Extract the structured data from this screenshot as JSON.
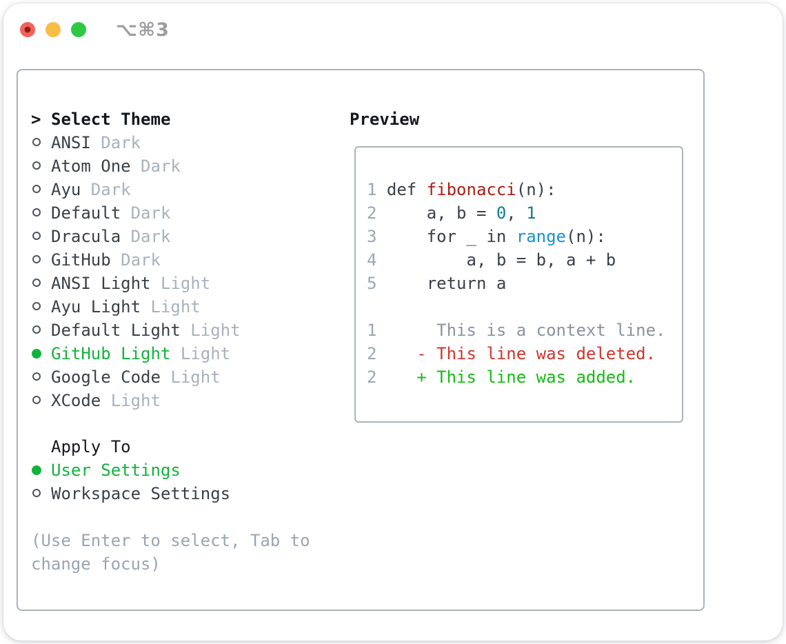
{
  "window": {
    "title": "⌥⌘3",
    "traffic_lights": [
      {
        "name": "close",
        "color": "#f2615b",
        "inner_dot": "#8e1f17"
      },
      {
        "name": "minimize",
        "color": "#f8bd45",
        "inner_dot": null
      },
      {
        "name": "zoom",
        "color": "#30c843",
        "inner_dot": null
      }
    ]
  },
  "theme_picker": {
    "header": {
      "marker": ">",
      "label": "Select Theme"
    },
    "themes": [
      {
        "name": "ANSI",
        "variant": "Dark",
        "selected": false
      },
      {
        "name": "Atom One",
        "variant": "Dark",
        "selected": false
      },
      {
        "name": "Ayu",
        "variant": "Dark",
        "selected": false
      },
      {
        "name": "Default",
        "variant": "Dark",
        "selected": false
      },
      {
        "name": "Dracula",
        "variant": "Dark",
        "selected": false
      },
      {
        "name": "GitHub",
        "variant": "Dark",
        "selected": false
      },
      {
        "name": "ANSI Light",
        "variant": "Light",
        "selected": false
      },
      {
        "name": "Ayu Light",
        "variant": "Light",
        "selected": false
      },
      {
        "name": "Default Light",
        "variant": "Light",
        "selected": false
      },
      {
        "name": "GitHub Light",
        "variant": "Light",
        "selected": true
      },
      {
        "name": "Google Code",
        "variant": "Light",
        "selected": false
      },
      {
        "name": "XCode",
        "variant": "Light",
        "selected": false
      }
    ],
    "apply_to": {
      "label": "Apply To",
      "options": [
        {
          "name": "User Settings",
          "selected": true
        },
        {
          "name": "Workspace Settings",
          "selected": false
        }
      ]
    },
    "help_text": "(Use Enter to select, Tab to change focus)"
  },
  "preview": {
    "label": "Preview",
    "lines": [
      {
        "num": "1",
        "tokens": [
          {
            "text": " def ",
            "style": "code"
          },
          {
            "text": "fibonacci",
            "style": "func"
          },
          {
            "text": "(n):",
            "style": "code"
          }
        ]
      },
      {
        "num": "2",
        "tokens": [
          {
            "text": "     a, b = ",
            "style": "code"
          },
          {
            "text": "0",
            "style": "num"
          },
          {
            "text": ", ",
            "style": "code"
          },
          {
            "text": "1",
            "style": "num"
          }
        ]
      },
      {
        "num": "3",
        "tokens": [
          {
            "text": "     for _ in ",
            "style": "code"
          },
          {
            "text": "range",
            "style": "builtin"
          },
          {
            "text": "(n):",
            "style": "code"
          }
        ]
      },
      {
        "num": "4",
        "tokens": [
          {
            "text": "         a, b = b, a + b",
            "style": "code"
          }
        ]
      },
      {
        "num": "5",
        "tokens": [
          {
            "text": "     return a",
            "style": "code"
          }
        ]
      },
      {
        "num": "",
        "tokens": []
      },
      {
        "num": "1",
        "tokens": [
          {
            "text": "      This is a context line.",
            "style": "context"
          }
        ]
      },
      {
        "num": "2",
        "tokens": [
          {
            "text": "    - This line was deleted.",
            "style": "del"
          }
        ]
      },
      {
        "num": "2",
        "tokens": [
          {
            "text": "    + This line was added.",
            "style": "add"
          }
        ]
      }
    ]
  },
  "colors": {
    "selected_green": "#12b33c",
    "item_text": "#3a4047",
    "variant_text": "#a8b1bd",
    "header_text": "#15191e",
    "panel_border": "#a9b2bd",
    "help_text": "#9aa4b2",
    "line_number": "#9ba6b2",
    "func_red": "#ac1c16",
    "number_teal": "#0e7e86",
    "builtin_blue": "#1691d3",
    "context_gray": "#8b939e",
    "deleted_red": "#ce362c",
    "added_green": "#13bd13"
  }
}
